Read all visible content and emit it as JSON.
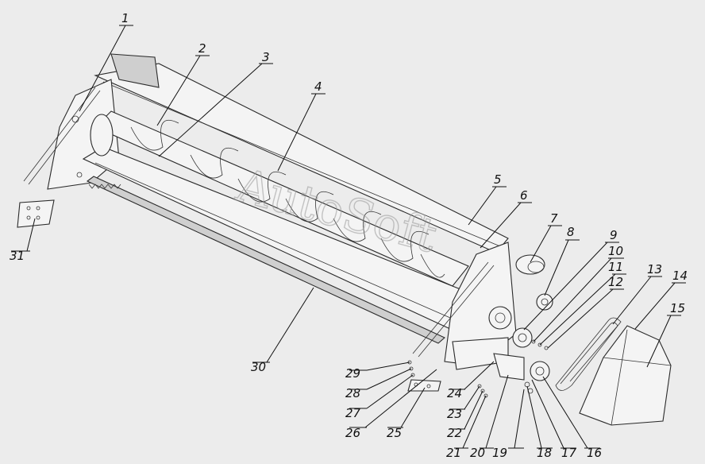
{
  "watermark": "AutoSoft",
  "callouts": [
    {
      "num": "1"
    },
    {
      "num": "2"
    },
    {
      "num": "3"
    },
    {
      "num": "4"
    },
    {
      "num": "5"
    },
    {
      "num": "6"
    },
    {
      "num": "7"
    },
    {
      "num": "8"
    },
    {
      "num": "9"
    },
    {
      "num": "10"
    },
    {
      "num": "11"
    },
    {
      "num": "12"
    },
    {
      "num": "13"
    },
    {
      "num": "14"
    },
    {
      "num": "15"
    },
    {
      "num": "16"
    },
    {
      "num": "17"
    },
    {
      "num": "18"
    },
    {
      "num": "19"
    },
    {
      "num": "20"
    },
    {
      "num": "21"
    },
    {
      "num": "22"
    },
    {
      "num": "23"
    },
    {
      "num": "24"
    },
    {
      "num": "25"
    },
    {
      "num": "26"
    },
    {
      "num": "27"
    },
    {
      "num": "28"
    },
    {
      "num": "29"
    },
    {
      "num": "30"
    },
    {
      "num": "31"
    }
  ]
}
